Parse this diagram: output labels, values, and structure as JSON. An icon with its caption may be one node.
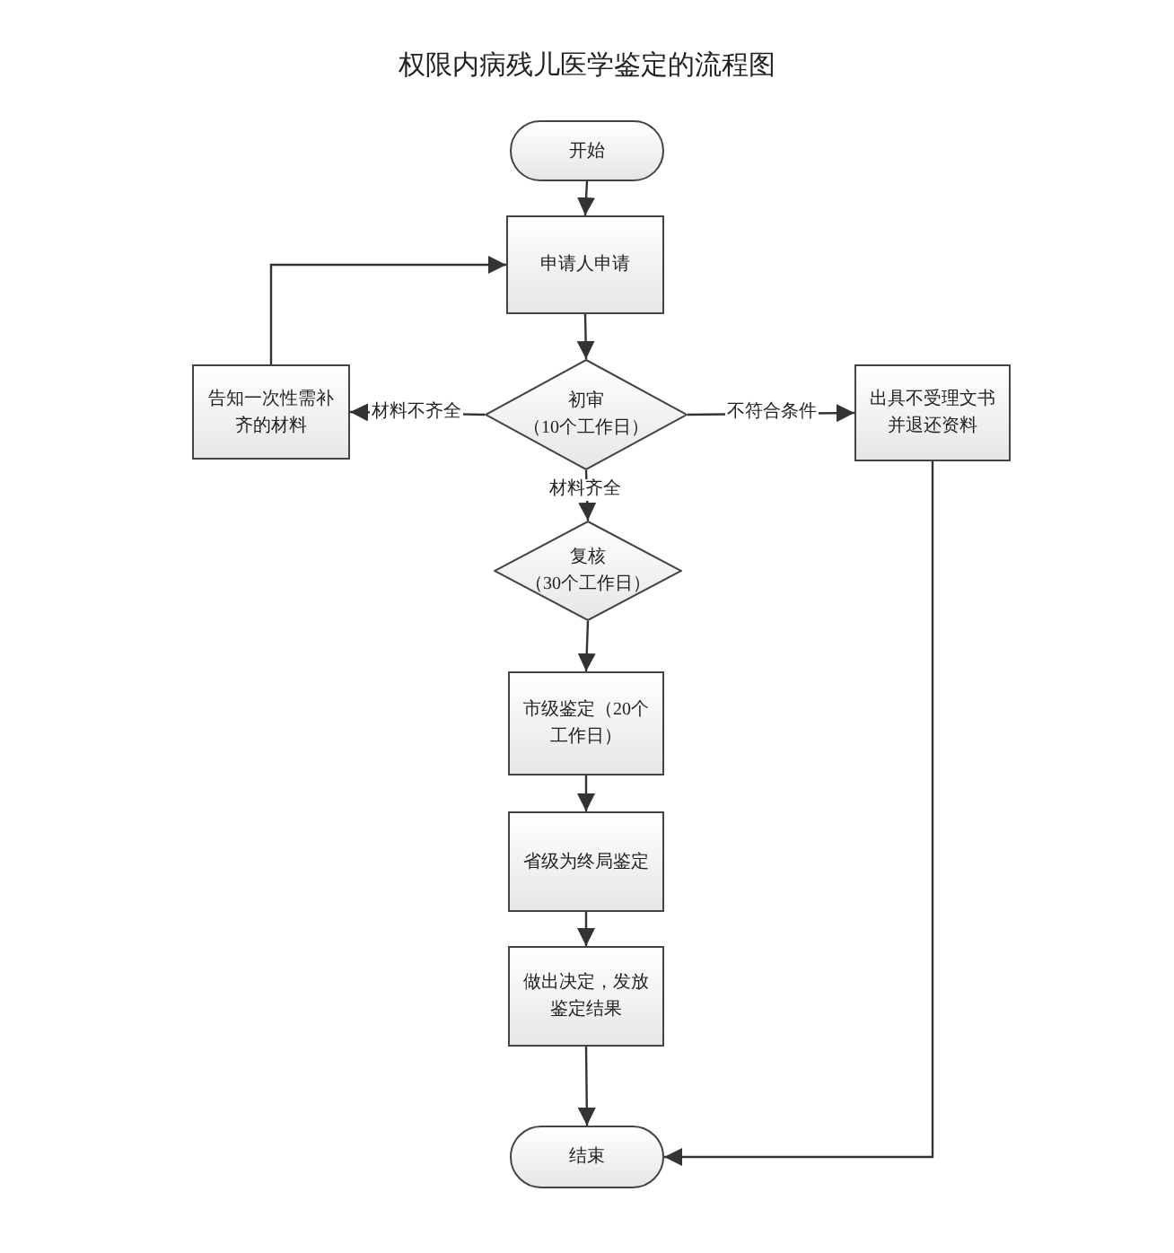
{
  "diagram": {
    "title": "权限内病残儿医学鉴定的流程图",
    "nodes": [
      {
        "text": [
          "开始"
        ]
      },
      {
        "text": [
          "申请人申请"
        ]
      },
      {
        "text": [
          "初审",
          "（10个工作日）"
        ]
      },
      {
        "text": [
          "告知一次性需补齐的材料"
        ]
      },
      {
        "text": [
          "出具不受理文书并退还资料"
        ]
      },
      {
        "text": [
          "复核",
          "（30个工作日）"
        ]
      },
      {
        "text": [
          "市级鉴定（20个工作日）"
        ]
      },
      {
        "text": [
          "省级为终局鉴定"
        ]
      },
      {
        "text": [
          "做出决定，发放鉴定结果"
        ]
      },
      {
        "text": [
          "结束"
        ]
      }
    ],
    "edges": [
      {
        "from": 0,
        "to": 1,
        "arrow": "to"
      },
      {
        "from": 1,
        "to": 2,
        "arrow": "to"
      },
      {
        "from": 2,
        "to": 3,
        "arrow": "to",
        "label": "材料不齐全"
      },
      {
        "from": 3,
        "to": 1,
        "arrow": "to"
      },
      {
        "from": 2,
        "to": 4,
        "arrow": "to",
        "label": "不符合条件"
      },
      {
        "from": 2,
        "to": 5,
        "arrow": "to",
        "label": "材料齐全"
      },
      {
        "from": 5,
        "to": 6,
        "arrow": "to"
      },
      {
        "from": 6,
        "to": 7,
        "arrow": "to"
      },
      {
        "from": 7,
        "to": 8,
        "arrow": "to"
      },
      {
        "from": 8,
        "to": 9,
        "arrow": "to"
      },
      {
        "from": 4,
        "to": 9,
        "arrow": "to"
      }
    ]
  }
}
